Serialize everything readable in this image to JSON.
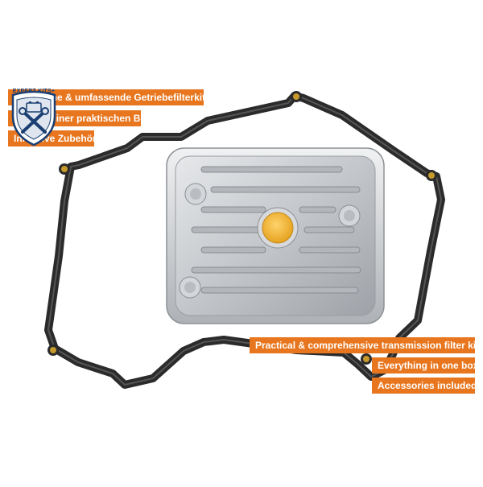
{
  "image": {
    "subject": "transmission-filter-kit",
    "background_color": "#ffffff",
    "accent_color": "#e8761e",
    "gasket_color": "#2b2b2b",
    "filter_color": "#c9cccf",
    "seal_color": "#f2b733"
  },
  "badge": {
    "label": "EXPERT KITS+",
    "icon": "wrench-battery-shield-icon",
    "color": "#1b3f73"
  },
  "german_tags": [
    "Praktische & umfassende Getriebefilterkits",
    "Alles in einer praktischen Box!",
    "Inklusive Zubehör"
  ],
  "english_tags": [
    "Practical & comprehensive transmission filter kits",
    "Everything in one box!",
    "Accessories included"
  ]
}
